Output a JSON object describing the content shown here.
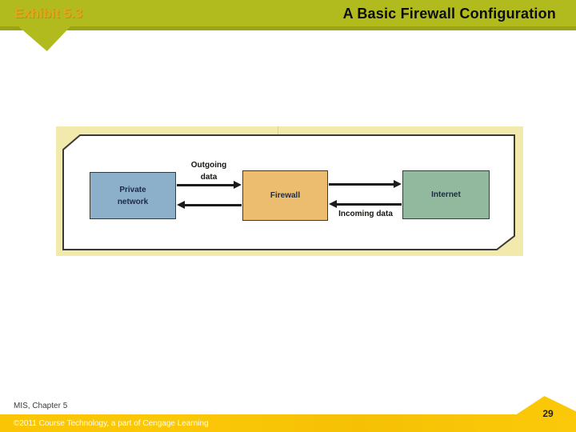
{
  "header": {
    "exhibit": "Exhibit 5.3",
    "title": "A Basic Firewall Configuration"
  },
  "diagram": {
    "nodes": {
      "private_network": "Private\nnetwork",
      "firewall": "Firewall",
      "internet": "Internet"
    },
    "labels": {
      "outgoing": "Outgoing\ndata",
      "incoming": "Incoming data"
    },
    "colors": {
      "figure_background": "#f2e9ac",
      "private_network_fill": "#8cafca",
      "firewall_fill": "#ecbd6e",
      "internet_fill": "#92b89e",
      "arrow": "#1b1b1b",
      "node_text": "#1c2b47"
    }
  },
  "footer": {
    "chapter": "MIS, Chapter 5",
    "copyright": "©2011 Course Technology, a part of Cengage Learning",
    "page_number": "29"
  },
  "theme_colors": {
    "header_band": "#b2bb1e",
    "header_band_edge": "#9aa513",
    "exhibit_text": "#e8a317",
    "footer_band": "#fbc808"
  }
}
